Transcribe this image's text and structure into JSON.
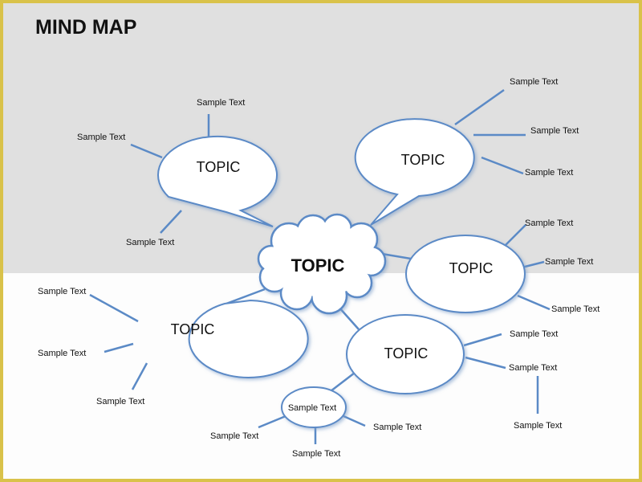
{
  "title": "MIND MAP",
  "center_topic": "TOPIC",
  "topics": [
    {
      "label": "TOPIC",
      "items": [
        "Sample Text",
        "Sample Text",
        "Sample Text"
      ]
    },
    {
      "label": "TOPIC",
      "items": [
        "Sample Text",
        "Sample Text",
        "Sample Text"
      ]
    },
    {
      "label": "TOPIC",
      "items": [
        "Sample Text",
        "Sample Text",
        "Sample Text"
      ]
    },
    {
      "label": "TOPIC",
      "items": [
        "Sample Text",
        "Sample Text",
        "Sample Text"
      ]
    },
    {
      "label": "TOPIC",
      "items": [
        "Sample Text",
        "Sample Text",
        "Sample Text"
      ]
    }
  ],
  "sub_topic": {
    "label": "Sample Text",
    "items": [
      "Sample Text",
      "Sample Text",
      "Sample Text"
    ]
  },
  "colors": {
    "line": "#5b8ac6",
    "border": "#d9c24a",
    "band": "#e0e0e0"
  }
}
